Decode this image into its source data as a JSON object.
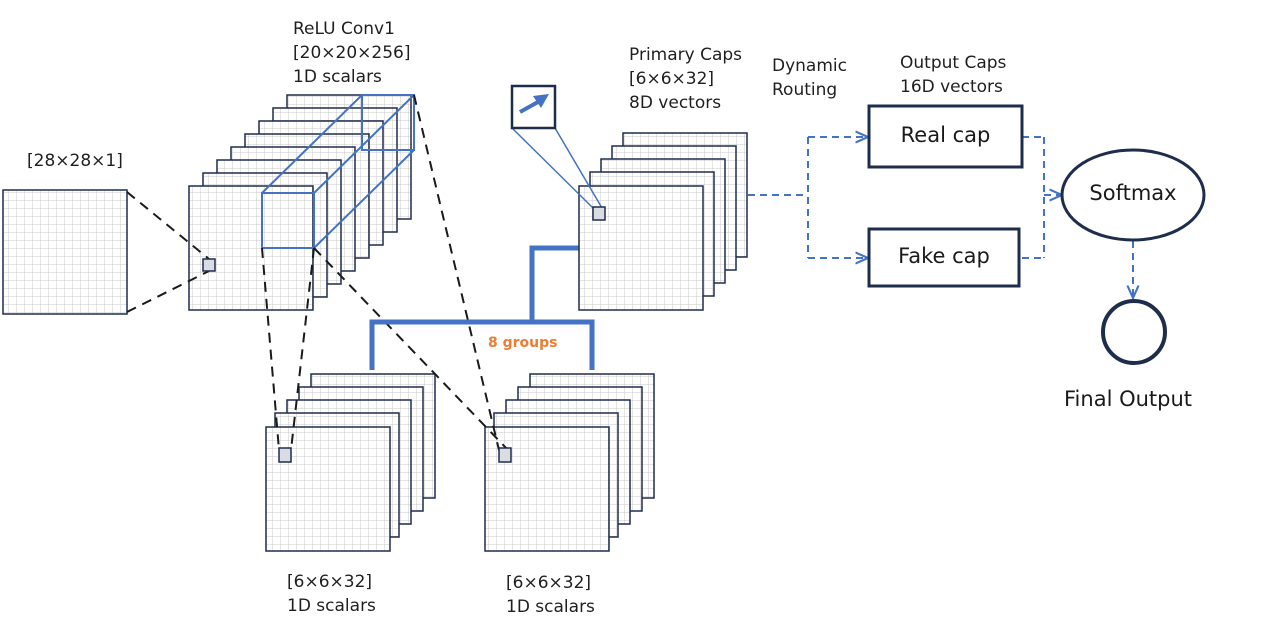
{
  "colors": {
    "stroke_dark": "#1f2d4d",
    "accent_blue": "#4472c4",
    "grid_line": "#c8c8c8",
    "cell_fill": "#d9dce3",
    "groups_text": "#ed7d31"
  },
  "labels": {
    "input_dim": "[28×28×1]",
    "conv_title": "ReLU Conv1",
    "conv_dim": "[20×20×256]",
    "conv_type": "1D scalars",
    "primary_title": "Primary Caps",
    "primary_dim": "[6×6×32]",
    "primary_type": "8D vectors",
    "routing_line1": "Dynamic",
    "routing_line2": "Routing",
    "output_title": "Output Caps",
    "output_type": "16D vectors",
    "real_cap": "Real cap",
    "fake_cap": "Fake cap",
    "softmax": "Softmax",
    "final_output": "Final Output",
    "groups": "8 groups",
    "group1_dim": "[6×6×32]",
    "group1_type": "1D scalars",
    "group2_dim": "[6×6×32]",
    "group2_type": "1D scalars"
  },
  "icons": {
    "vector_arrow": "arrow-up-right-icon"
  }
}
